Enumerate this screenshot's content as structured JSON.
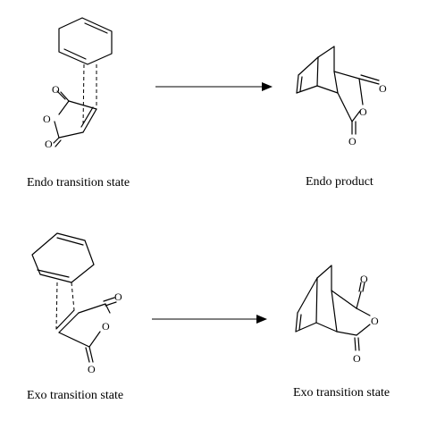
{
  "atom_label": "O",
  "captions": {
    "endo_ts": "Endo transition state",
    "endo_product": "Endo product",
    "exo_ts": "Exo transition state",
    "exo_product": "Exo transition state"
  }
}
